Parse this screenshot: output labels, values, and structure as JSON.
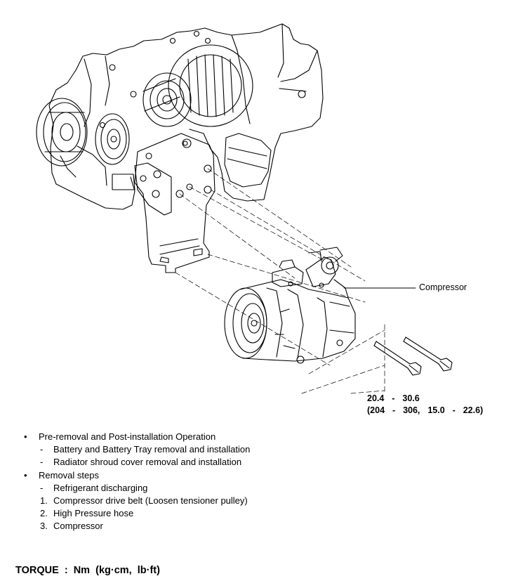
{
  "diagram": {
    "callout_compressor": "Compressor",
    "torque_spec_line1": "20.4  -  30.6",
    "torque_spec_line2": "(204  -  306,  15.0  -  22.6)"
  },
  "steps": [
    {
      "marker": "•",
      "text": "Pre-removal and Post-installation Operation",
      "level": 0
    },
    {
      "marker": "-",
      "text": "Battery and Battery Tray removal and installation",
      "level": 1
    },
    {
      "marker": "-",
      "text": "Radiator shroud cover removal and installation",
      "level": 1
    },
    {
      "marker": "•",
      "text": "Removal steps",
      "level": 0
    },
    {
      "marker": "-",
      "text": "Refrigerant discharging",
      "level": 1
    },
    {
      "marker": "1.",
      "text": "Compressor drive belt (Loosen tensioner pulley)",
      "level": 1
    },
    {
      "marker": "2.",
      "text": "High Pressure hose",
      "level": 1
    },
    {
      "marker": "3.",
      "text": "Compressor",
      "level": 1
    }
  ],
  "footer": {
    "torque_units": "TORQUE  :  Nm  (kg·cm,  lb·ft)"
  }
}
